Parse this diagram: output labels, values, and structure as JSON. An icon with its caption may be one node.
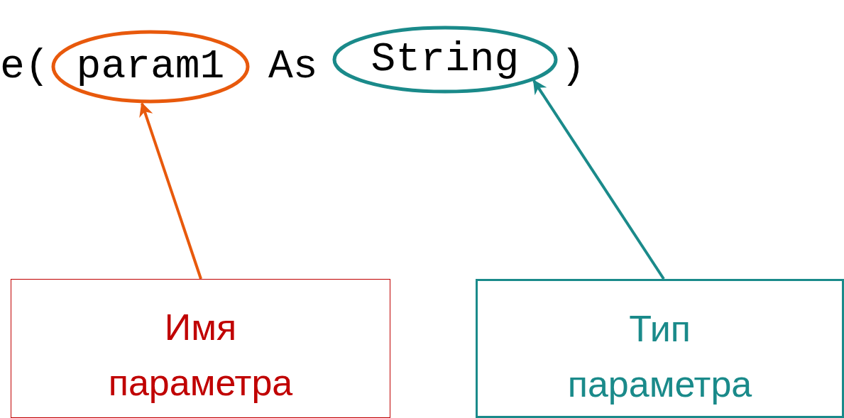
{
  "diagram": {
    "nodes": [
      {
        "text": [
          "param1"
        ]
      },
      {
        "text": [
          "String"
        ]
      },
      {
        "text": [
          "Имя параметра"
        ]
      },
      {
        "text": [
          "Тип параметра"
        ]
      }
    ],
    "edges": [
      {
        "from": 2,
        "to": 0,
        "arrow": "to",
        "color": "#e8590c"
      },
      {
        "from": 3,
        "to": 1,
        "arrow": "to",
        "color": "#1a8a8a"
      }
    ],
    "labels": [
      "e(",
      "As",
      ")"
    ]
  }
}
